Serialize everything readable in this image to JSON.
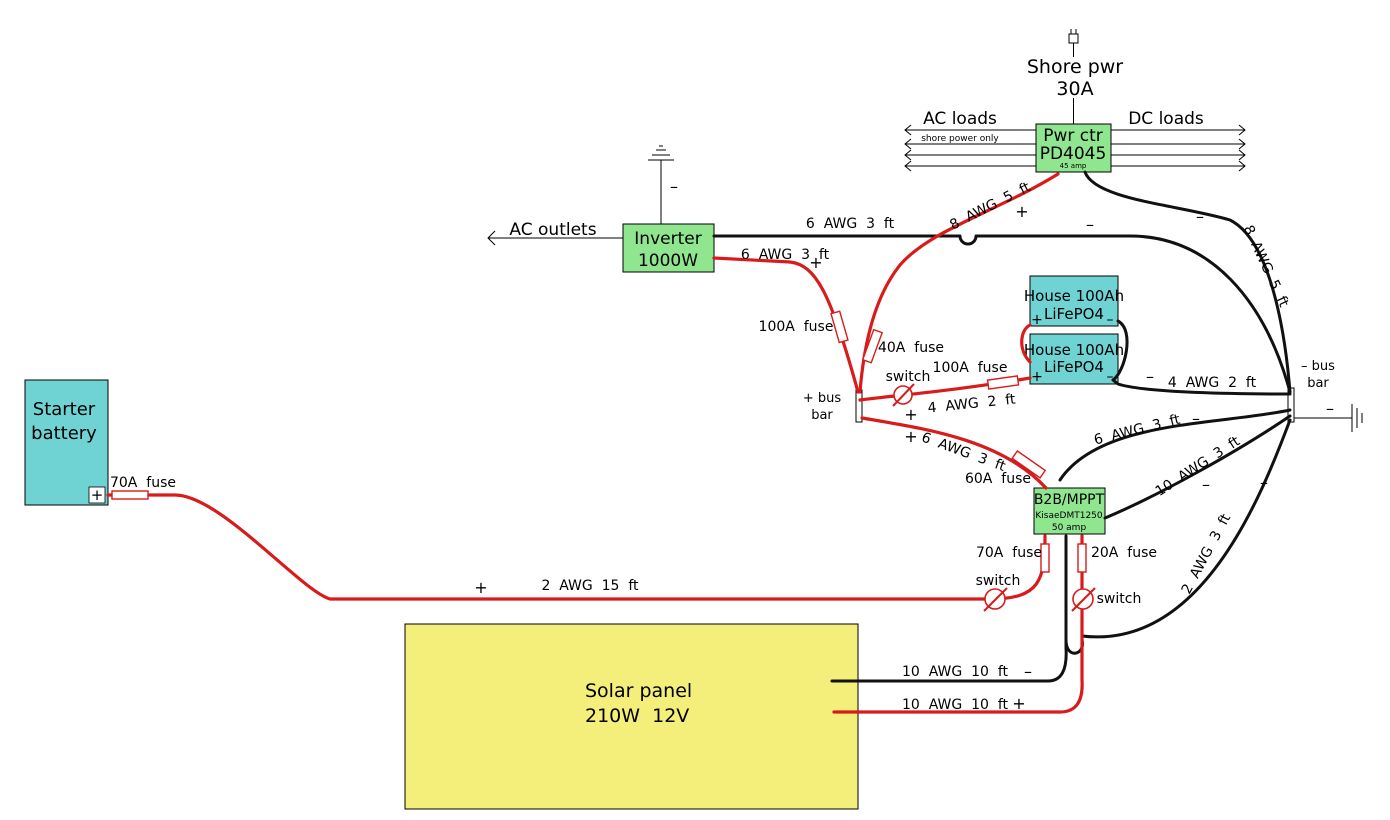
{
  "components": {
    "shore_power": [
      "Shore pwr",
      "30A"
    ],
    "ac_loads": "AC loads",
    "dc_loads": "DC loads",
    "shore_power_only": "shore power only",
    "power_center": [
      "Pwr ctr",
      "PD4045",
      "45 amp"
    ],
    "inverter": [
      "Inverter",
      "1000W"
    ],
    "ac_outlets": "AC outlets",
    "house_battery_1": [
      "House 100Ah",
      "LiFePO4"
    ],
    "house_battery_2": [
      "House 100Ah",
      "LiFePO4"
    ],
    "starter_battery": [
      "Starter",
      "battery"
    ],
    "b2b_mppt": [
      "B2B/MPPT",
      "KisaeDMT1250",
      "50 amp"
    ],
    "solar_panel": [
      "Solar panel",
      "210W  12V"
    ],
    "positive_bus": [
      "+ bus",
      "bar"
    ],
    "negative_bus": [
      "–  bus",
      "bar"
    ]
  },
  "wire_labels": {
    "inverter_neg": "6  AWG  3  ft",
    "inverter_pos": "6  AWG  3  ft",
    "pwrctr_pos": "8  AWG  5  ft",
    "pwrctr_neg": "8  AWG  5  ft",
    "house_pos": "4  AWG  2  ft",
    "house_neg": "4  AWG  2  ft",
    "b2b_pos": "6  AWG  3  ft",
    "b2b_neg": "6  AWG  3  ft",
    "b2b_neg_2": "10  AWG  3  ft",
    "solar_neg_bus": "2  AWG  3  ft",
    "starter_run": "2  AWG  15  ft",
    "solar_neg": "10  AWG  10  ft",
    "solar_pos": "10  AWG  10  ft"
  },
  "fuses": {
    "f100_inverter": "100A  fuse",
    "f40": "40A  fuse",
    "f100_house": "100A  fuse",
    "f60": "60A  fuse",
    "f70_starter": "70A  fuse",
    "f70_b2b": "70A  fuse",
    "f20": "20A  fuse"
  },
  "switches": {
    "house": "switch",
    "starter": "switch",
    "solar": "switch"
  },
  "polarity": {
    "plus": "+",
    "minus": "–"
  },
  "colors": {
    "positive_wire": "#d81b1b",
    "negative_wire": "#111111",
    "battery": "#6fd3d3",
    "device": "#8fe68f",
    "solar": "#f4ee7a"
  }
}
